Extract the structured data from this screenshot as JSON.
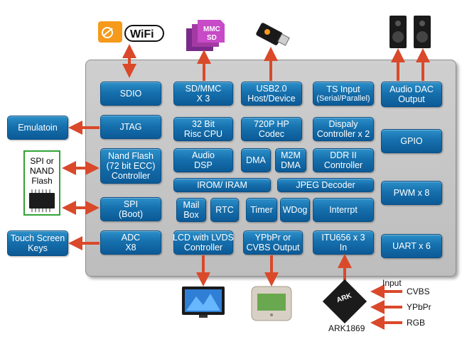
{
  "blocks": {
    "sdio": "SDIO",
    "sdmmc": [
      "SD/MMC",
      "X 3"
    ],
    "usb": [
      "USB2.0",
      "Host/Device"
    ],
    "ts_input": [
      "TS Input",
      "(Serial/Parallel)"
    ],
    "audio_dac": [
      "Audio DAC",
      "Output"
    ],
    "jtag": "JTAG",
    "risc_cpu": [
      "32 Bit",
      "Risc CPU"
    ],
    "hp_codec": [
      "720P HP",
      "Codec"
    ],
    "display_ctrl": [
      "Dispaly",
      "Controller x 2"
    ],
    "gpio": "GPIO",
    "nand_ctrl": [
      "Nand Flash",
      "(72 bit ECC)",
      "Controller"
    ],
    "audio_dsp": [
      "Audio",
      "DSP"
    ],
    "dma": "DMA",
    "m2m_dma": [
      "M2M",
      "DMA"
    ],
    "ddr": [
      "DDR II",
      "Controller"
    ],
    "irom": "IROM/ IRAM",
    "jpeg": "JPEG Decoder",
    "pwm": "PWM x 8",
    "spi_boot": [
      "SPI",
      "(Boot)"
    ],
    "mailbox": [
      "Mail",
      "Box"
    ],
    "rtc": "RTC",
    "timer": "Timer",
    "wdog": "WDog",
    "interrupt": "Interrpt",
    "adc": [
      "ADC",
      "X8"
    ],
    "lcd_lvds": [
      "LCD with LVDS",
      "Controller"
    ],
    "ypbpr_out": [
      "YPbPr or",
      "CVBS Output"
    ],
    "itu656": [
      "ITU656 x 3",
      "In"
    ],
    "uart": "UART x 6"
  },
  "external": {
    "emulator": "Emulatoin",
    "spi_nand": [
      "SPI or",
      "NAND",
      "Flash"
    ],
    "touch": [
      "Touch Screen",
      "Keys"
    ],
    "wifi": "WiFi",
    "mmc_card": "MMC",
    "sd_card": "SD",
    "chip_name": "ARK1869",
    "chip_marking": "ARK",
    "input_label": "Input",
    "inputs": [
      "CVBS",
      "YPbPr",
      "RGB"
    ]
  },
  "colors": {
    "block_blue": "#1670ad",
    "arrow_red": "#d9492a",
    "chip_gray": "#c6c6c6",
    "flash_border": "#31a336"
  }
}
